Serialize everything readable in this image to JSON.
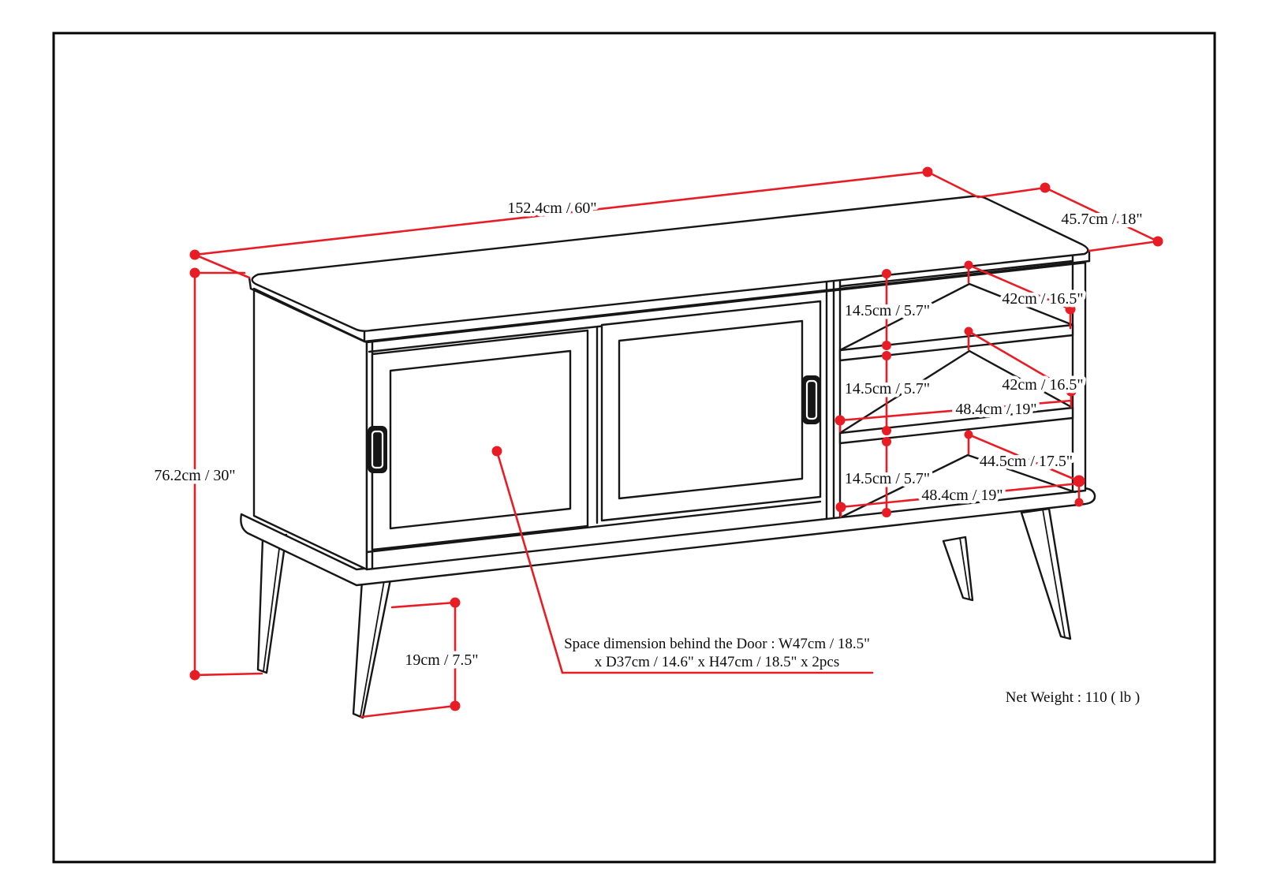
{
  "dimensions": {
    "width": "152.4cm / 60\"",
    "depth": "45.7cm / 18\"",
    "height": "76.2cm / 30\"",
    "leg_height": "19cm / 7.5\"",
    "shelf_gaps": [
      "14.5cm / 5.7\"",
      "14.5cm / 5.7\"",
      "14.5cm / 5.7\""
    ],
    "shelf_depths": [
      "42cm / 16.5\"",
      "42cm / 16.5\""
    ],
    "bottom_shelf_depth": "44.5cm / 17.5\"",
    "shelf_widths": [
      "48.4cm / 19\"",
      "48.4cm / 19\""
    ]
  },
  "annotation": {
    "line1": "Space dimension behind the Door : W47cm / 18.5\"",
    "line2": "x D37cm / 14.6\" x H47cm / 18.5\" x 2pcs"
  },
  "net_weight": "Net Weight : 110 ( lb )",
  "colors": {
    "dimension_red": "#e81c24",
    "line_black": "#161616",
    "background": "#ffffff"
  }
}
